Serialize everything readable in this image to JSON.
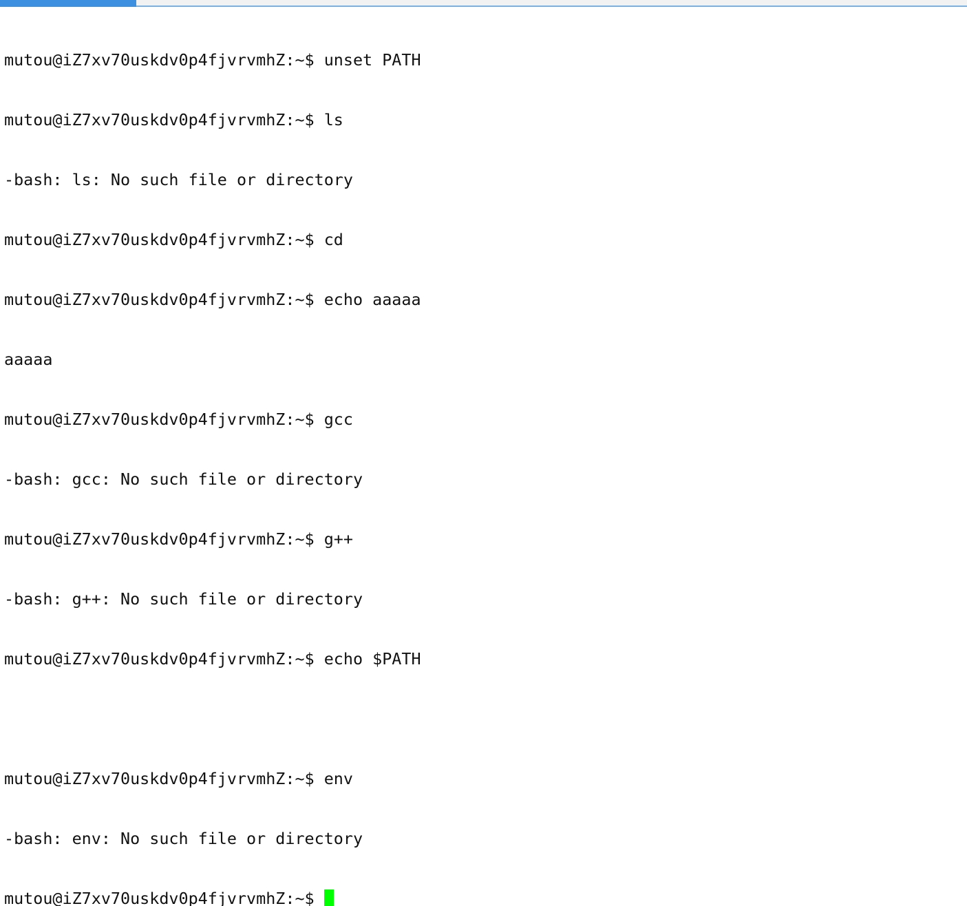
{
  "terminal": {
    "lines": [
      "mutou@iZ7xv70uskdv0p4fjvrvmhZ:~$ unset PATH",
      "mutou@iZ7xv70uskdv0p4fjvrvmhZ:~$ ls",
      "-bash: ls: No such file or directory",
      "mutou@iZ7xv70uskdv0p4fjvrvmhZ:~$ cd",
      "mutou@iZ7xv70uskdv0p4fjvrvmhZ:~$ echo aaaaa",
      "aaaaa",
      "mutou@iZ7xv70uskdv0p4fjvrvmhZ:~$ gcc",
      "-bash: gcc: No such file or directory",
      "mutou@iZ7xv70uskdv0p4fjvrvmhZ:~$ g++",
      "-bash: g++: No such file or directory",
      "mutou@iZ7xv70uskdv0p4fjvrvmhZ:~$ echo $PATH",
      "",
      "mutou@iZ7xv70uskdv0p4fjvrvmhZ:~$ env",
      "-bash: env: No such file or directory"
    ],
    "prompt": "mutou@iZ7xv70uskdv0p4fjvrvmhZ:~$ ",
    "cursor_color": "#00ff00"
  },
  "colors": {
    "accent": "#3d8fe0",
    "tab_border": "#79b1e6",
    "text": "#111111",
    "background": "#ffffff"
  }
}
